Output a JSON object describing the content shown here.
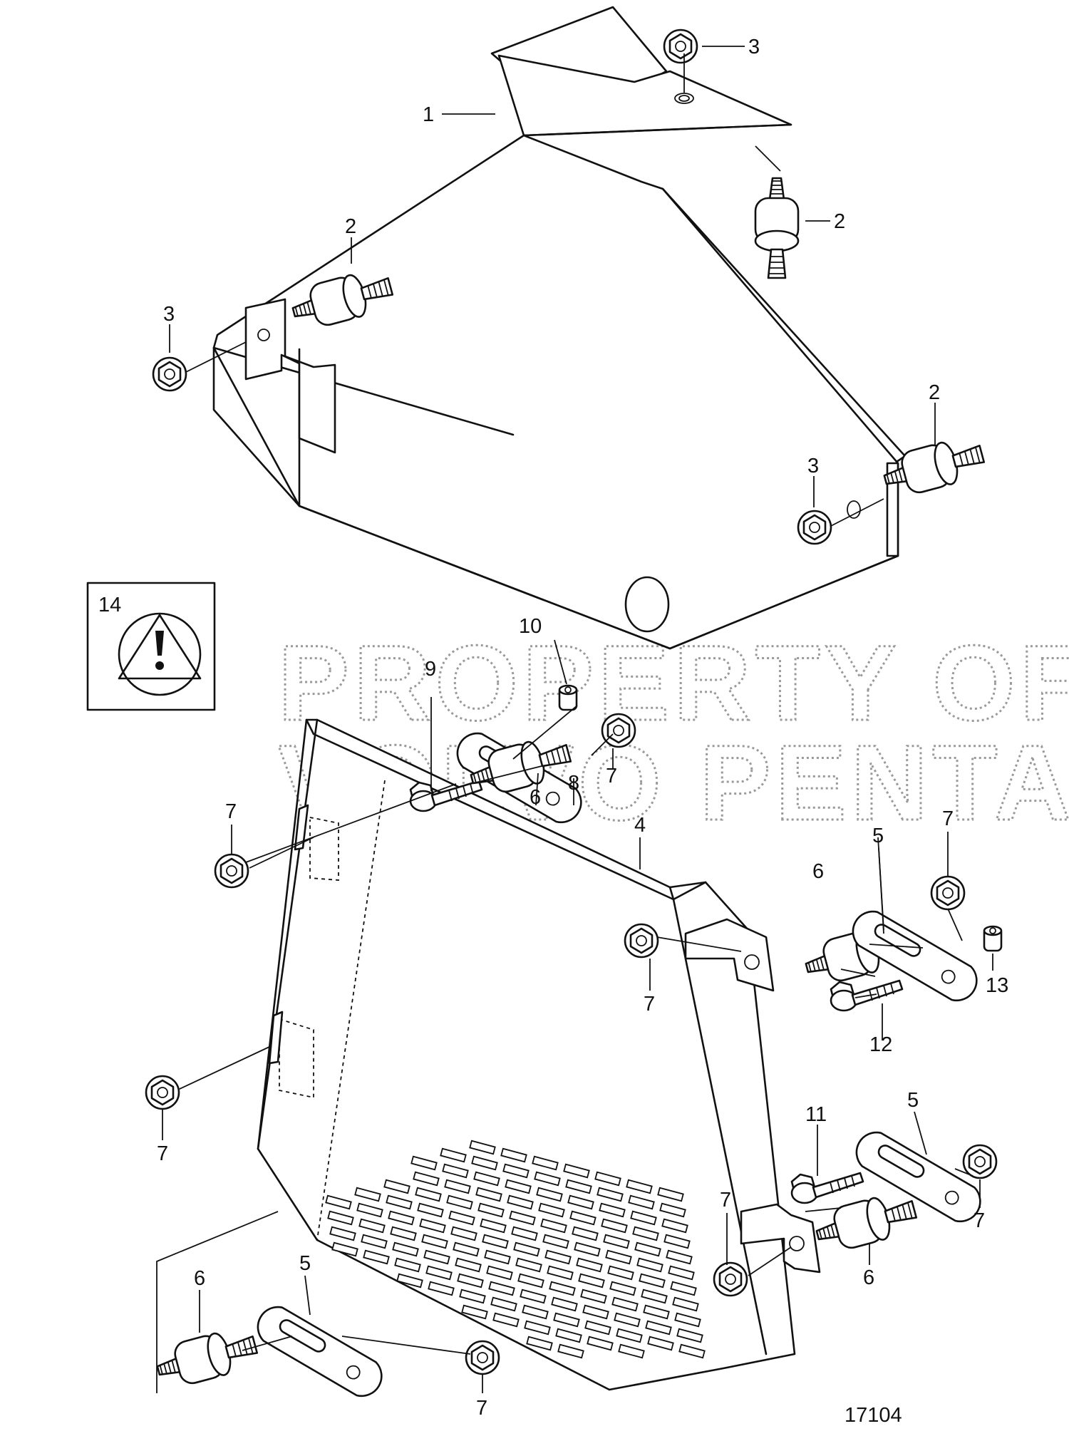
{
  "diagram_id": "17104",
  "watermark": [
    "PROPERTY OF",
    "VOLVO PENTA"
  ],
  "warning_box_label": "14",
  "callouts": {
    "c1": "1",
    "c2a": "2",
    "c2b": "2",
    "c2c": "2",
    "c3a": "3",
    "c3b": "3",
    "c3c": "3",
    "c4": "4",
    "c5a": "5",
    "c5b": "5",
    "c5c": "5",
    "c6a": "6",
    "c6b": "6",
    "c6c": "6",
    "c6d": "6",
    "c7a": "7",
    "c7b": "7",
    "c7c": "7",
    "c7d": "7",
    "c7e": "7",
    "c7f": "7",
    "c7g": "7",
    "c7h": "7",
    "c8": "8",
    "c9": "9",
    "c10": "10",
    "c11": "11",
    "c12": "12",
    "c13": "13"
  }
}
